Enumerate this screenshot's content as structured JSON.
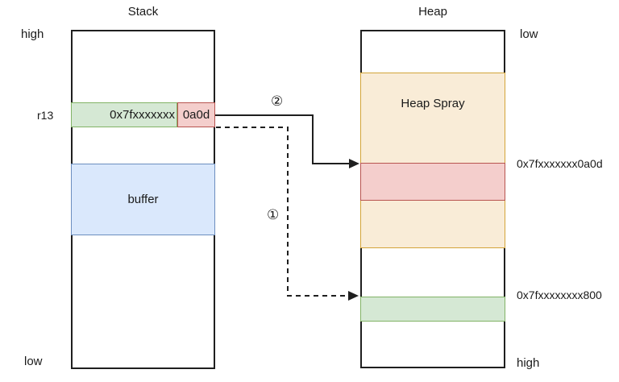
{
  "diagram": {
    "stack": {
      "title": "Stack",
      "top_label": "high",
      "bottom_label": "low",
      "register_label": "r13",
      "pointer_value": "0x7fxxxxxxx",
      "pointer_overwritten_suffix": "0a0d",
      "buffer_label": "buffer"
    },
    "heap": {
      "title": "Heap",
      "top_label": "low",
      "bottom_label": "high",
      "spray_label": "Heap Spray",
      "target_address_label": "0x7fxxxxxxx0a0d",
      "base_address_label": "0x7fxxxxxxxx800"
    },
    "arrows": {
      "step1_badge": "①",
      "step2_badge": "②"
    },
    "colors": {
      "green-fill": "#d5e8d4",
      "green-border": "#82b366",
      "red-fill": "#f4cecc",
      "red-border": "#b85450",
      "blue-fill": "#dae8fc",
      "blue-border": "#6c8ebf",
      "orange-fill": "#f9ecd7",
      "orange-border": "#d3a439",
      "line": "#1f1f1f"
    }
  }
}
